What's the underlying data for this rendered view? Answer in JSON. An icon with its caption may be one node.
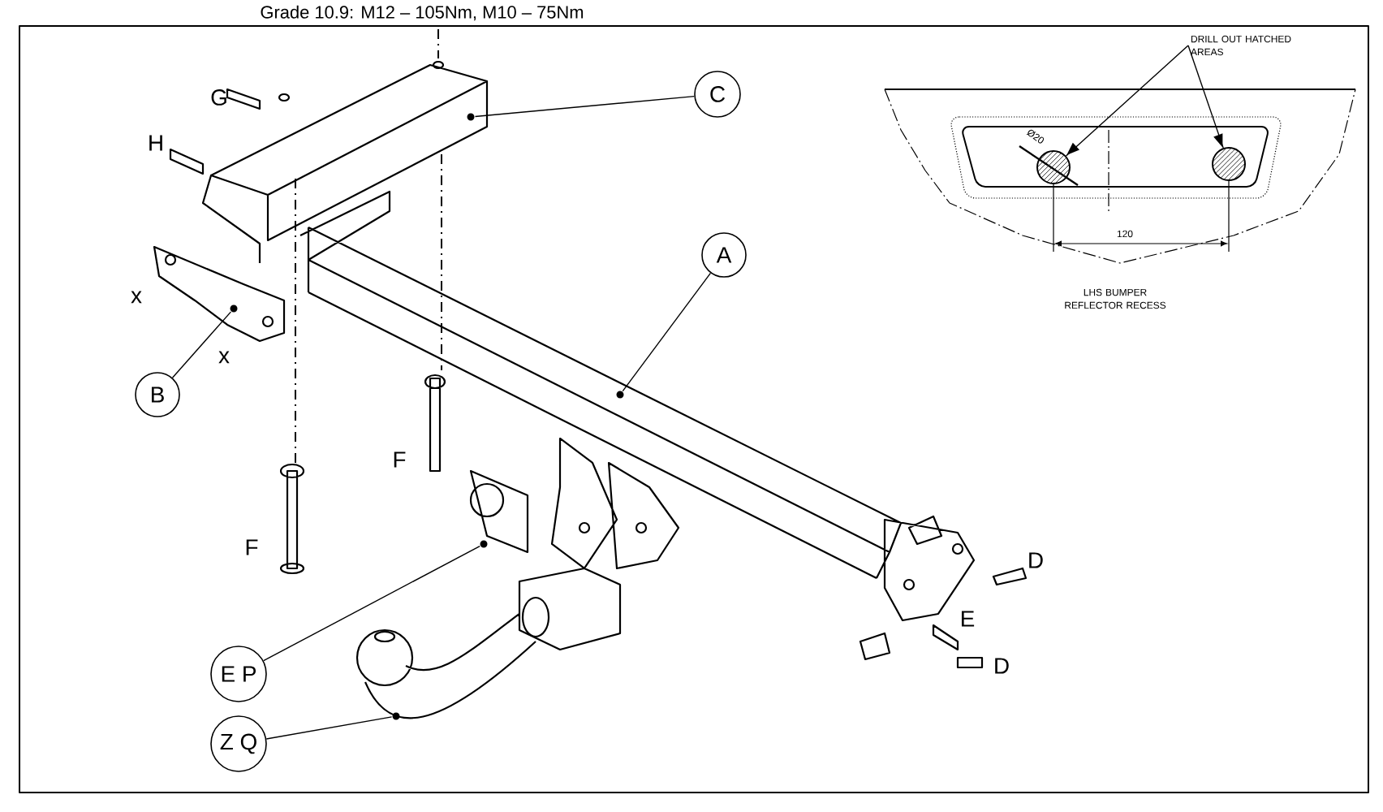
{
  "diagram": {
    "nodes": [
      {
        "text": [
          "DRILL OUT HATCHED AREAS"
        ]
      },
      {
        "text": [
          "C"
        ]
      },
      {
        "text": [],
        "shape": "circle"
      },
      {
        "text": [],
        "shape": "circle"
      },
      {
        "text": [
          "A"
        ]
      },
      {
        "text": [
          "B"
        ]
      },
      {
        "text": [
          "E P"
        ]
      },
      {
        "text": [
          "Z Q"
        ]
      },
      {
        "text": [],
        "shape": "circle"
      },
      {
        "text": [],
        "shape": "circle"
      },
      {
        "text": [],
        "shape": "circle"
      },
      {
        "text": [],
        "shape": "circle"
      },
      {
        "text": [],
        "shape": "circle"
      }
    ],
    "edges": [
      {
        "from": 0,
        "to": 2,
        "arrow": "to"
      },
      {
        "from": 0,
        "to": 3,
        "arrow": "to"
      },
      {
        "from": 1,
        "to": 8,
        "arrow": "none"
      },
      {
        "from": 4,
        "to": 10,
        "arrow": "none"
      },
      {
        "from": 5,
        "to": 9,
        "arrow": "none"
      },
      {
        "from": 6,
        "to": 11,
        "arrow": "none"
      },
      {
        "from": 7,
        "to": 12,
        "arrow": "none"
      }
    ],
    "labels": [
      "Grade 10.9: M12 – 105Nm, M10 – 75Nm",
      "G",
      "Ø20",
      "H",
      "120",
      "LHS BUMPER REFLECTOR RECESS",
      "x",
      "x",
      "F",
      "F",
      "D",
      "E",
      "D"
    ]
  }
}
